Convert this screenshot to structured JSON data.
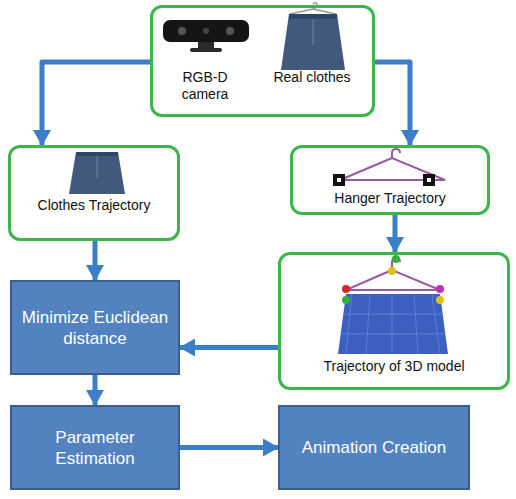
{
  "diagram": {
    "nodes": [
      {
        "text": [
          "RGB-D camera",
          "Real clothes"
        ]
      },
      {
        "text": [
          "Clothes Trajectory"
        ]
      },
      {
        "text": [
          "Hanger Trajectory"
        ]
      },
      {
        "text": [
          "Minimize Euclidean distance"
        ]
      },
      {
        "text": [
          "Trajectory of 3D model"
        ]
      },
      {
        "text": [
          "Parameter Estimation"
        ]
      },
      {
        "text": [
          "Animation Creation"
        ]
      }
    ],
    "edges": [
      {
        "from": 0,
        "to": 1,
        "arrow": "to"
      },
      {
        "from": 0,
        "to": 2,
        "arrow": "to"
      },
      {
        "from": 1,
        "to": 3,
        "arrow": "to"
      },
      {
        "from": 2,
        "to": 4,
        "arrow": "to"
      },
      {
        "from": 4,
        "to": 3,
        "arrow": "to"
      },
      {
        "from": 3,
        "to": 5,
        "arrow": "to"
      },
      {
        "from": 5,
        "to": 6,
        "arrow": "to"
      }
    ]
  }
}
